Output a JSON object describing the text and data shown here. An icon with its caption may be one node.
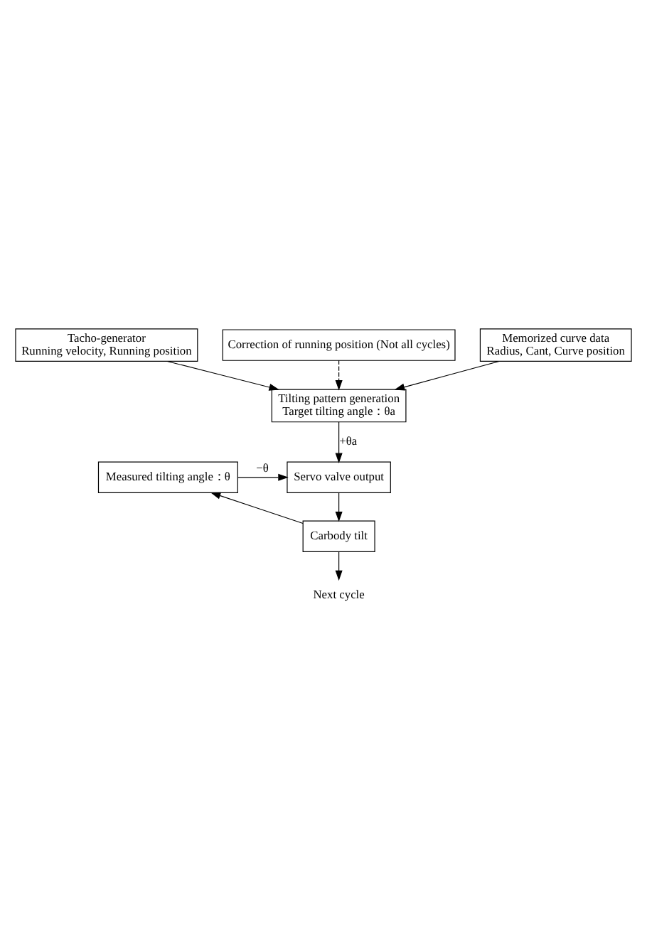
{
  "diagram": {
    "nodes": [
      {
        "text": [
          "Tacho-generator",
          "Running velocity, Running position"
        ]
      },
      {
        "text": [
          "Correction of running position (Not all cycles)"
        ]
      },
      {
        "text": [
          "Memorized curve data",
          "Radius, Cant, Curve position"
        ]
      },
      {
        "text": [
          "Tilting pattern generation",
          "Target tilting angle：θa"
        ]
      },
      {
        "text": [
          "Measured tilting angle：θ"
        ]
      },
      {
        "text": [
          "Servo valve output"
        ]
      },
      {
        "text": [
          "Carbody tilt"
        ]
      },
      {
        "text": [
          "Next cycle"
        ]
      }
    ],
    "edges": [
      {
        "from": 0,
        "to": 3,
        "arrow": "to"
      },
      {
        "from": 1,
        "to": 3,
        "arrow": "to",
        "style": "dashed"
      },
      {
        "from": 2,
        "to": 3,
        "arrow": "to"
      },
      {
        "from": 3,
        "to": 5,
        "arrow": "to",
        "label": "+θa"
      },
      {
        "from": 4,
        "to": 5,
        "arrow": "to",
        "label": "−θ"
      },
      {
        "from": 5,
        "to": 6,
        "arrow": "to"
      },
      {
        "from": 6,
        "to": 7,
        "arrow": "to"
      },
      {
        "from": 6,
        "to": 4,
        "arrow": "to"
      }
    ]
  }
}
